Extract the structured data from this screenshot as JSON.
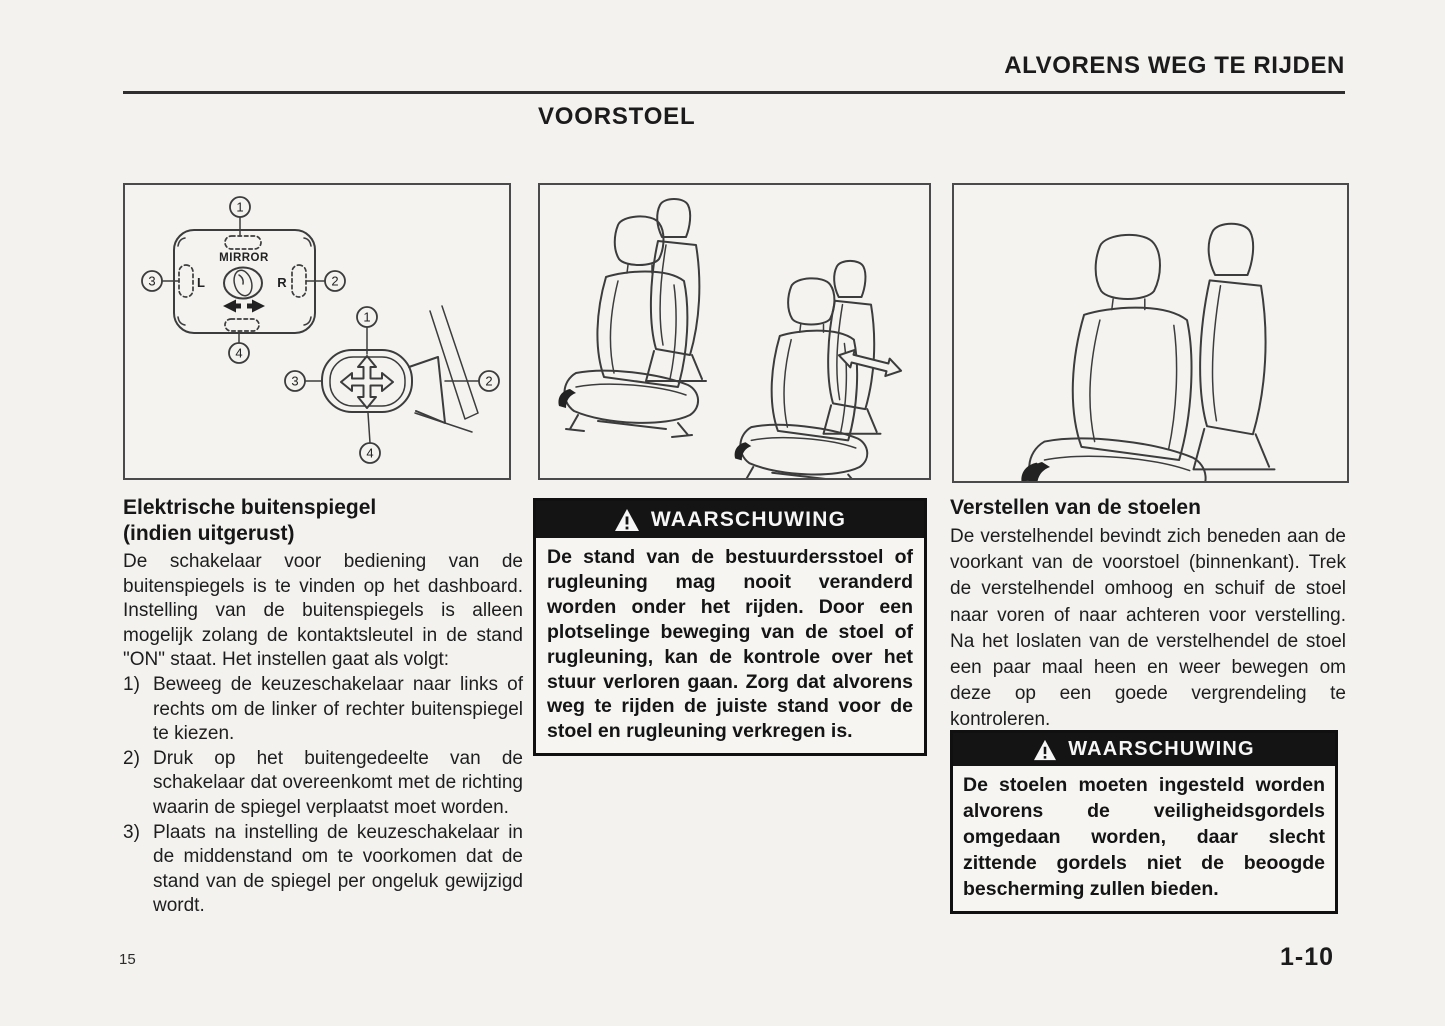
{
  "page": {
    "header": "ALVORENS WEG TE RIJDEN",
    "title": "VOORSTOEL",
    "footnote_number": "15",
    "page_number": "1-10"
  },
  "figures": {
    "mirror_panel_label": "MIRROR",
    "mirror_left_label": "L",
    "mirror_right_label": "R",
    "callout_numbers": [
      "1",
      "2",
      "3",
      "4"
    ]
  },
  "left_column": {
    "heading_line1": "Elektrische buitenspiegel",
    "heading_line2": "(indien uitgerust)",
    "intro": "De schakelaar voor bediening van de buitenspiegels is te vinden op het dashboard. Instelling van de buitenspiegels is alleen mogelijk zolang de kontaktsleutel in de stand \"ON\" staat. Het instellen gaat als volgt:",
    "items": [
      {
        "num": "1)",
        "text": "Beweeg de keuzeschakelaar naar links of rechts om de linker of rechter buitenspiegel te kiezen."
      },
      {
        "num": "2)",
        "text": "Druk op het buitengedeelte van de schakelaar dat overeenkomt met de richting waarin de spiegel verplaatst moet worden."
      },
      {
        "num": "3)",
        "text": "Plaats na instelling de keuzeschakelaar in de middenstand om te voorkomen dat de stand van de spiegel per ongeluk gewijzigd wordt."
      }
    ]
  },
  "middle_warning": {
    "title": "WAARSCHUWING",
    "body": "De stand van de bestuurdersstoel of rugleuning mag nooit veranderd worden onder het rijden. Door een plotselinge beweging van de stoel of rugleuning, kan de kontrole over het stuur verloren gaan. Zorg dat alvorens weg te rijden de juiste stand voor de stoel en rugleuning verkregen is."
  },
  "right_column": {
    "heading": "Verstellen van de stoelen",
    "body": "De verstelhendel bevindt zich beneden aan de voorkant van de voorstoel (binnenkant). Trek de verstelhendel omhoog en schuif de stoel naar voren of naar achteren voor verstelling. Na het loslaten van de verstelhendel de stoel een paar maal heen en weer bewegen om deze op een goede vergrendeling te kontroleren."
  },
  "right_warning": {
    "title": "WAARSCHUWING",
    "body": "De stoelen moeten ingesteld worden alvorens de veiligheidsgordels omgedaan worden, daar slecht zittende gordels niet de beoogde bescherming zullen bieden."
  },
  "colors": {
    "paper": "#f3f2ef",
    "ink": "#1d1d1d",
    "warning_bar": "#141414",
    "line_art": "#3c3c3c"
  }
}
